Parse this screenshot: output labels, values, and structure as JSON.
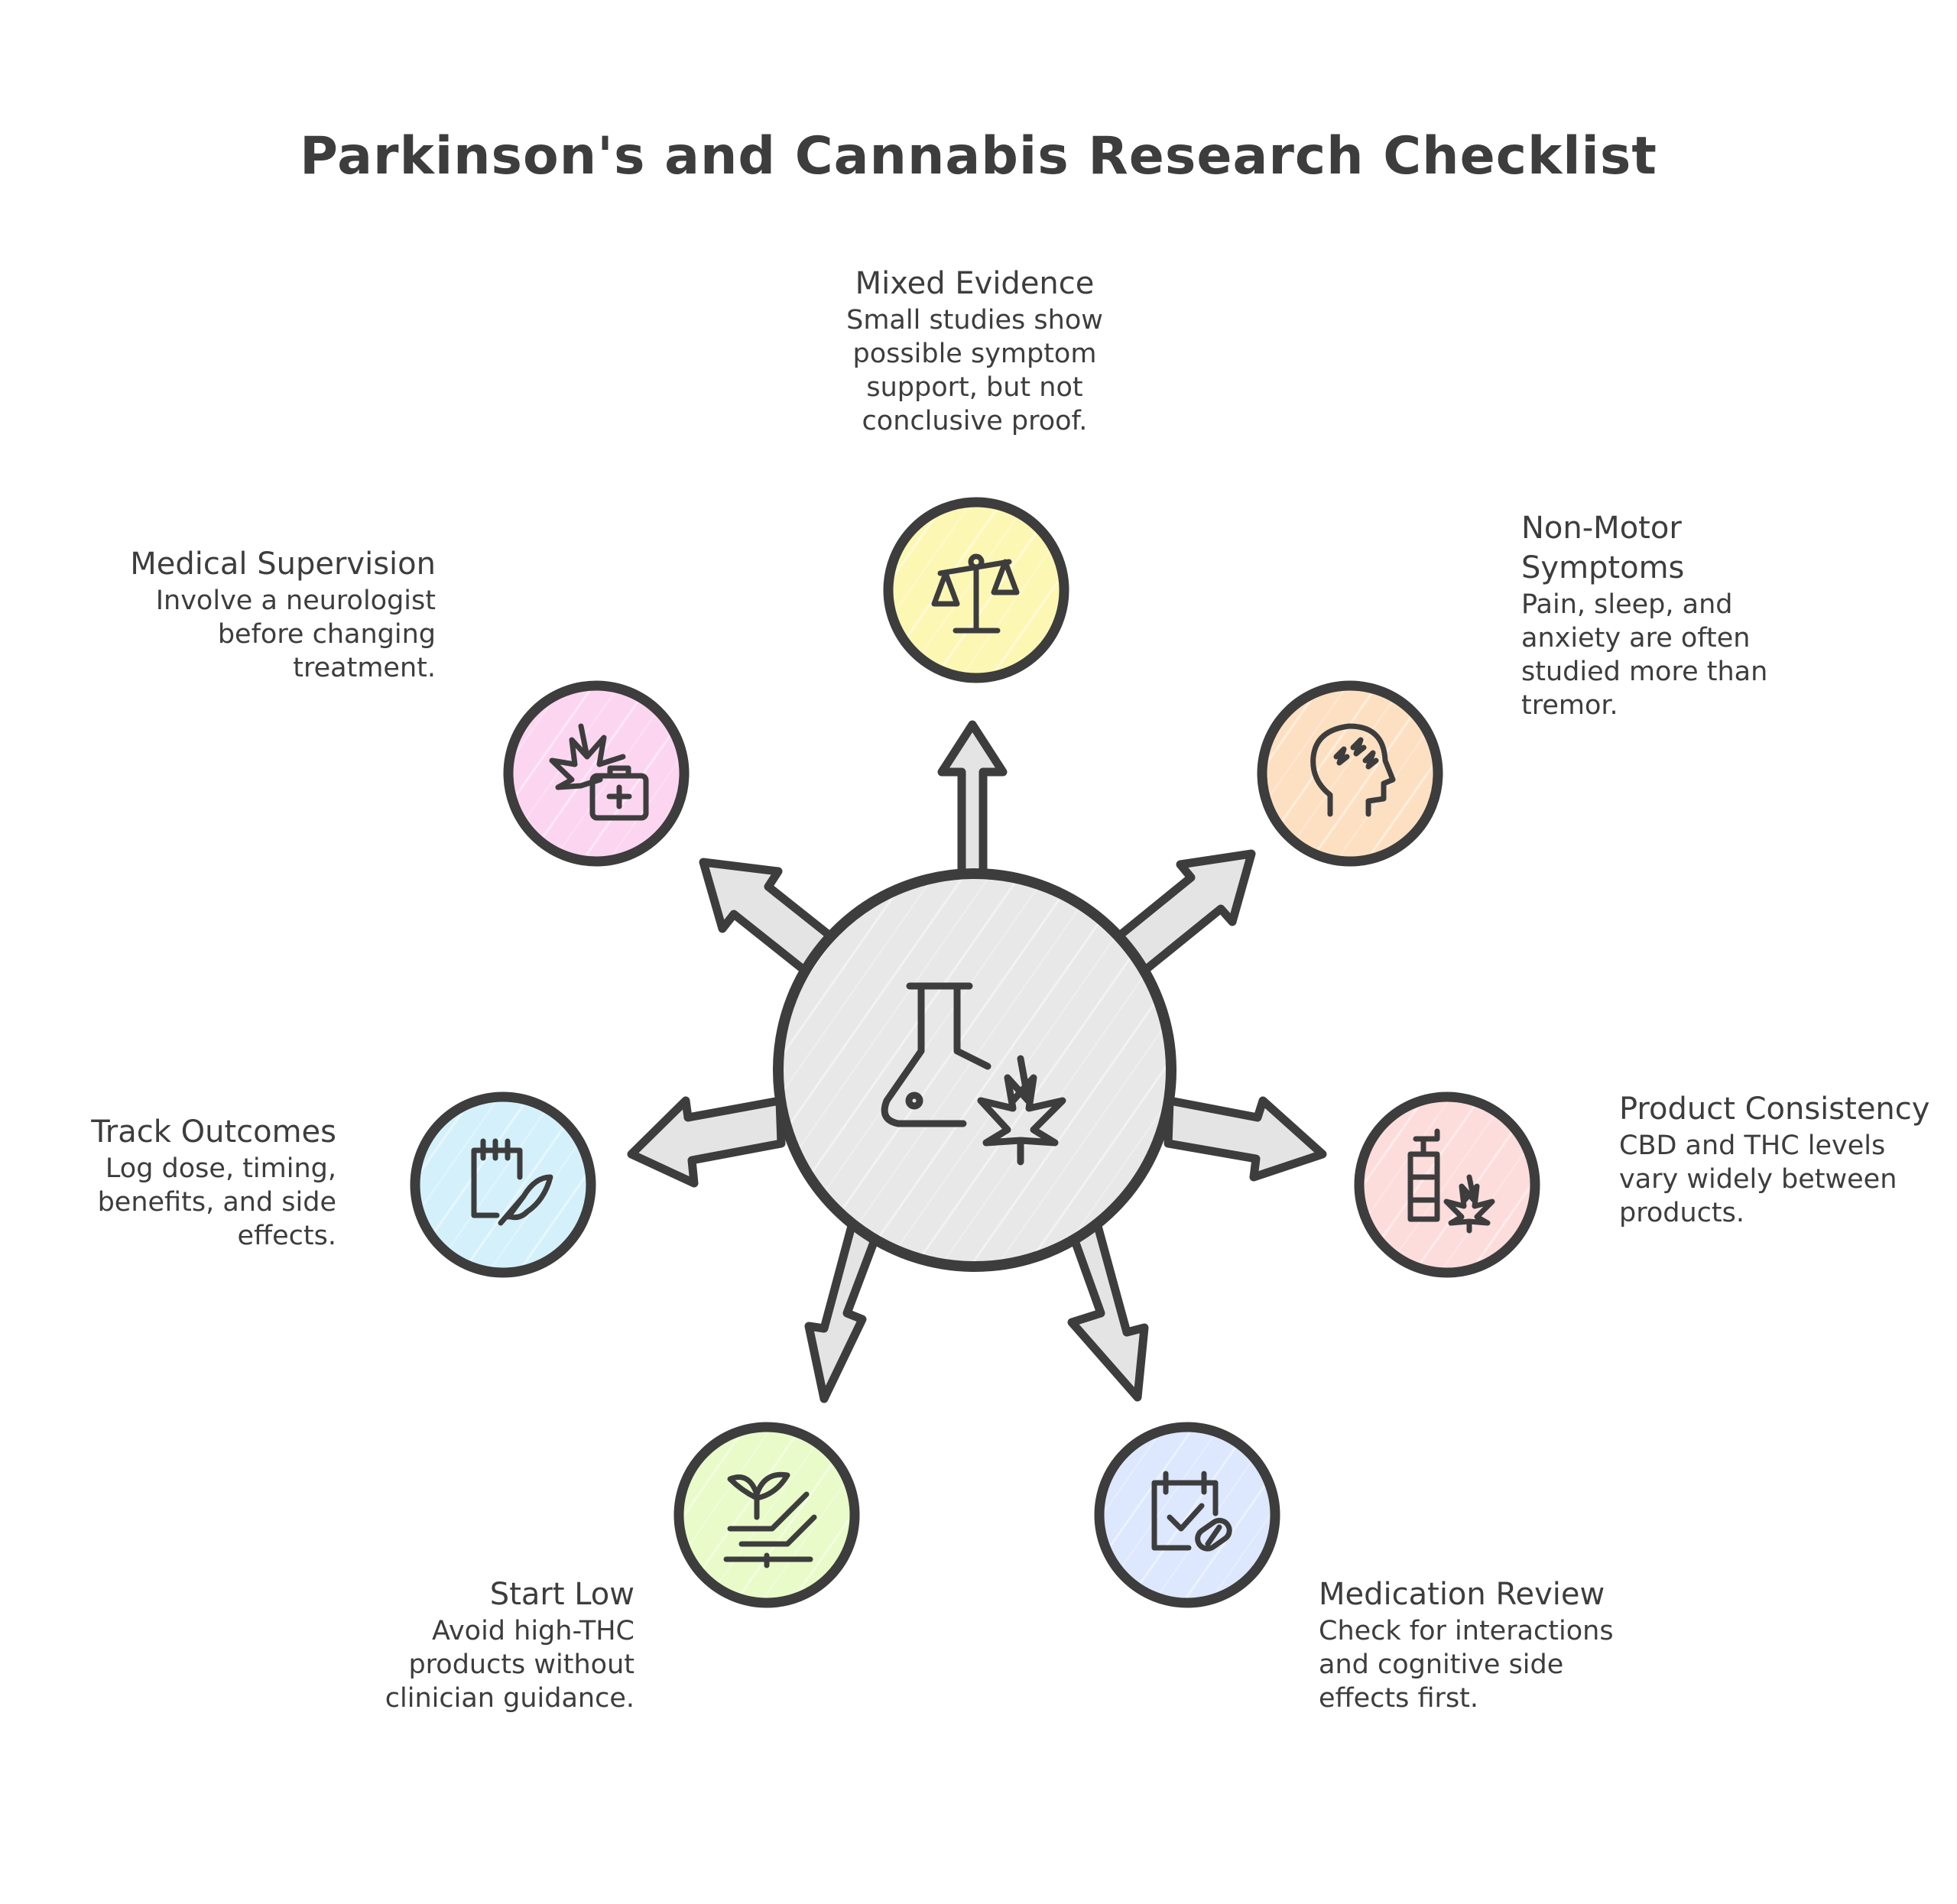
{
  "title": "Parkinson's and Cannabis Research Checklist",
  "nodes": {
    "mixed_evidence": {
      "heading": "Mixed Evidence",
      "description": "Small studies show possible symptom support, but not conclusive proof.",
      "icon": "balance-scale-icon",
      "fill": "#fdf7b4"
    },
    "non_motor": {
      "heading": "Non-Motor Symptoms",
      "description": "Pain, sleep, and anxiety are often studied more than tremor.",
      "icon": "head-brain-icon",
      "fill": "#fde0c2"
    },
    "product_consistency": {
      "heading": "Product Consistency",
      "description": "CBD and THC levels vary widely between products.",
      "icon": "dispenser-leaf-icon",
      "fill": "#fddcdc"
    },
    "medication_review": {
      "heading": "Medication Review",
      "description": "Check for interactions and cognitive side effects first.",
      "icon": "calendar-pill-icon",
      "fill": "#dde7fd"
    },
    "start_low": {
      "heading": "Start Low",
      "description": "Avoid high-THC products without clinician guidance.",
      "icon": "sprout-hand-icon",
      "fill": "#e8fbc9"
    },
    "track_outcomes": {
      "heading": "Track Outcomes",
      "description": "Log dose, timing, benefits, and side effects.",
      "icon": "notepad-quill-icon",
      "fill": "#d4f1fb"
    },
    "medical_supervision": {
      "heading": "Medical Supervision",
      "description": "Involve a neurologist before changing treatment.",
      "icon": "leaf-medkit-icon",
      "fill": "#fcd5f0"
    }
  },
  "hub": {
    "icon": "flask-leaf-icon",
    "fill": "#e8e8e8"
  },
  "colors": {
    "stroke": "#3d3d3d",
    "arrow_fill": "#e4e4e4"
  }
}
